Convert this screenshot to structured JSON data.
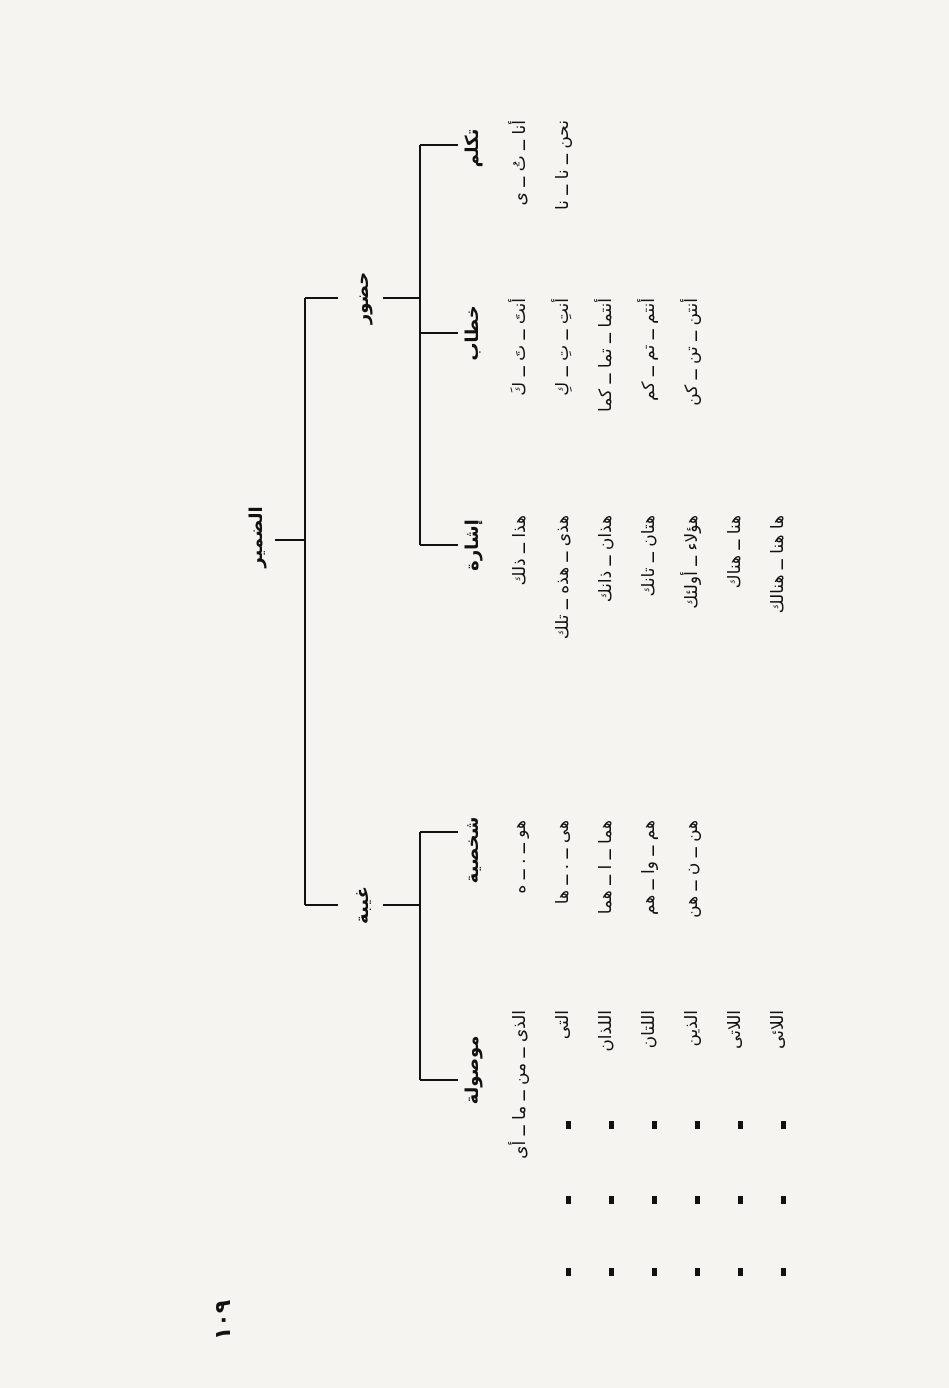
{
  "tree": {
    "root": "الضمير",
    "presence": "حضور",
    "absence": "غيبة",
    "speaker": "تكلم",
    "address": "خطاب",
    "demonstrative": "إشارة",
    "personal": "شخصية",
    "relative": "موصولة"
  },
  "speaker_rows": [
    "أنا ــ تُ ــ ى",
    "نحن ــ نا ــ نا"
  ],
  "address_rows": [
    "أنتَ ــ تَ ــ كَ",
    "أنتِ ــ تِ ــ كِ",
    "أنتما ــ تما ــ كما",
    "أنتم ــ تم ــ كم",
    "أنتن ــ تن ــ كن"
  ],
  "demonstrative_rows": [
    "هذا ــ ذلك",
    "هذى ــ هذه ــ تلك",
    "هذان ــ ذانك",
    "هتان ــ تانك",
    "هؤلاء ــ أولئك",
    "هنا ــ هناك",
    "ها هنا ــ هنالك"
  ],
  "personal_rows": [
    "هو ــ . ــ ه",
    "هى ــ . ــ ها",
    "هما ــ ا ــ هما",
    "هم ــ وا ــ هم",
    "هن ــ ن ــ هن"
  ],
  "relative_rows": [
    "الذى ــ من ــ ما ــ أى",
    "التى",
    "اللذان",
    "اللتان",
    "الذين",
    "اللاتى",
    "اللائى"
  ],
  "page_number": "١٠٩"
}
